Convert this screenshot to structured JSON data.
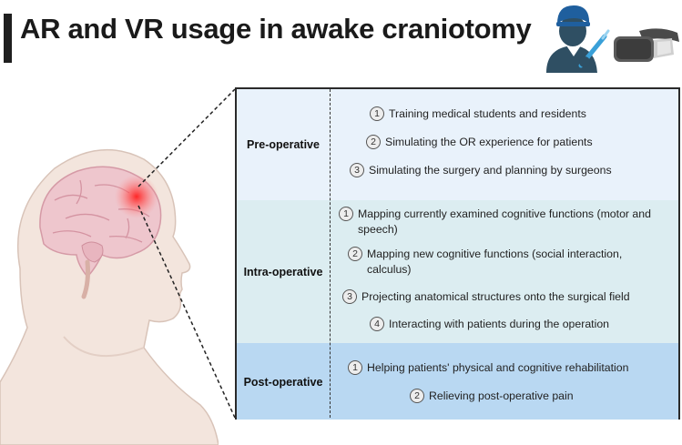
{
  "title": "AR and VR usage in awake craniotomy",
  "icons": {
    "surgeon": "surgeon-icon",
    "headset": "vr-headset-icon",
    "head": "head-brain-illustration"
  },
  "colors": {
    "pre_bg": "#e9f2fb",
    "intra_bg": "#dcedf1",
    "post_bg": "#b9d8f2",
    "brain_highlight": "#ff2a2a"
  },
  "sections": [
    {
      "label": "Pre-operative",
      "items": [
        {
          "num": "1",
          "text": "Training medical students and residents"
        },
        {
          "num": "2",
          "text": "Simulating the OR experience for patients"
        },
        {
          "num": "3",
          "text": "Simulating the surgery and planning by surgeons"
        }
      ]
    },
    {
      "label": "Intra-operative",
      "items": [
        {
          "num": "1",
          "text": "Mapping currently examined cognitive functions  (motor and speech)"
        },
        {
          "num": "2",
          "text": "Mapping new cognitive functions (social interaction, calculus)"
        },
        {
          "num": "3",
          "text": "Projecting anatomical structures onto the surgical field"
        },
        {
          "num": "4",
          "text": "Interacting with patients during the operation"
        }
      ]
    },
    {
      "label": "Post-operative",
      "items": [
        {
          "num": "1",
          "text": "Helping patients' physical and cognitive rehabilitation"
        },
        {
          "num": "2",
          "text": "Relieving post-operative pain"
        }
      ]
    }
  ]
}
